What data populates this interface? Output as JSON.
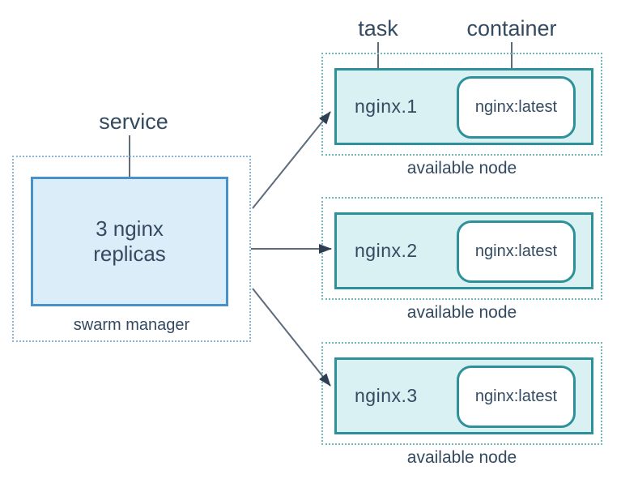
{
  "diagram": {
    "title_hint": "docker swarm service replicas diagram",
    "labels": {
      "service": "service",
      "task": "task",
      "container": "container"
    },
    "manager": {
      "lines": [
        "3 nginx",
        "replicas"
      ],
      "caption": "swarm manager"
    },
    "nodes": [
      {
        "task_name": "nginx.1",
        "container_image": "nginx:latest",
        "caption": "available node"
      },
      {
        "task_name": "nginx.2",
        "container_image": "nginx:latest",
        "caption": "available node"
      },
      {
        "task_name": "nginx.3",
        "container_image": "nginx:latest",
        "caption": "available node"
      }
    ],
    "colors": {
      "text": "#334a61",
      "manager_box_fill": "#dcedfa",
      "manager_box_border": "#4a90c9",
      "manager_dotted_border": "#8ab6dc",
      "node_box_fill": "#d9f1f2",
      "node_box_border": "#2e9199",
      "node_dotted_border": "#72b9bd",
      "container_fill": "#ffffff",
      "arrow_line": "#5d6b7c",
      "arrow_head": "#2e3f54"
    }
  }
}
